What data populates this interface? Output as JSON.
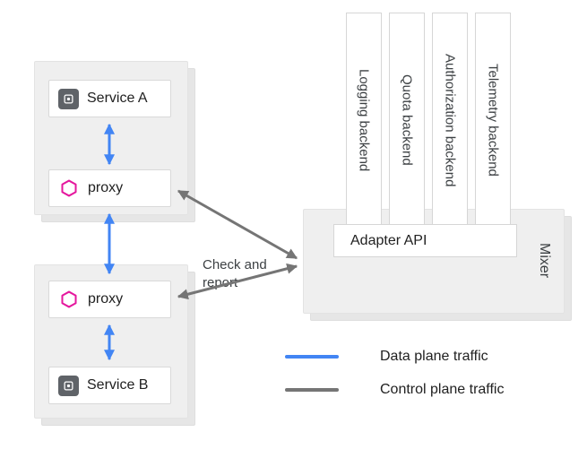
{
  "diagram": {
    "services": {
      "service_a": "Service A",
      "proxy_top": "proxy",
      "proxy_bottom": "proxy",
      "service_b": "Service B"
    },
    "backends": [
      {
        "label": "Logging backend"
      },
      {
        "label": "Quota backend"
      },
      {
        "label": "Authorization backend"
      },
      {
        "label": "Telemetry backend"
      }
    ],
    "mixer": {
      "adapter_api": "Adapter API",
      "label": "Mixer"
    },
    "annotation": {
      "check_and_report": "Check and\nreport"
    },
    "legend": [
      {
        "label": "Data plane traffic",
        "color": "#4285f4"
      },
      {
        "label": "Control plane traffic",
        "color": "#757575"
      }
    ],
    "colors": {
      "data_plane": "#4285f4",
      "control_plane": "#757575",
      "proxy_icon": "#e5189e",
      "service_icon_bg": "#5f6368",
      "card_fill": "#efefef"
    }
  }
}
